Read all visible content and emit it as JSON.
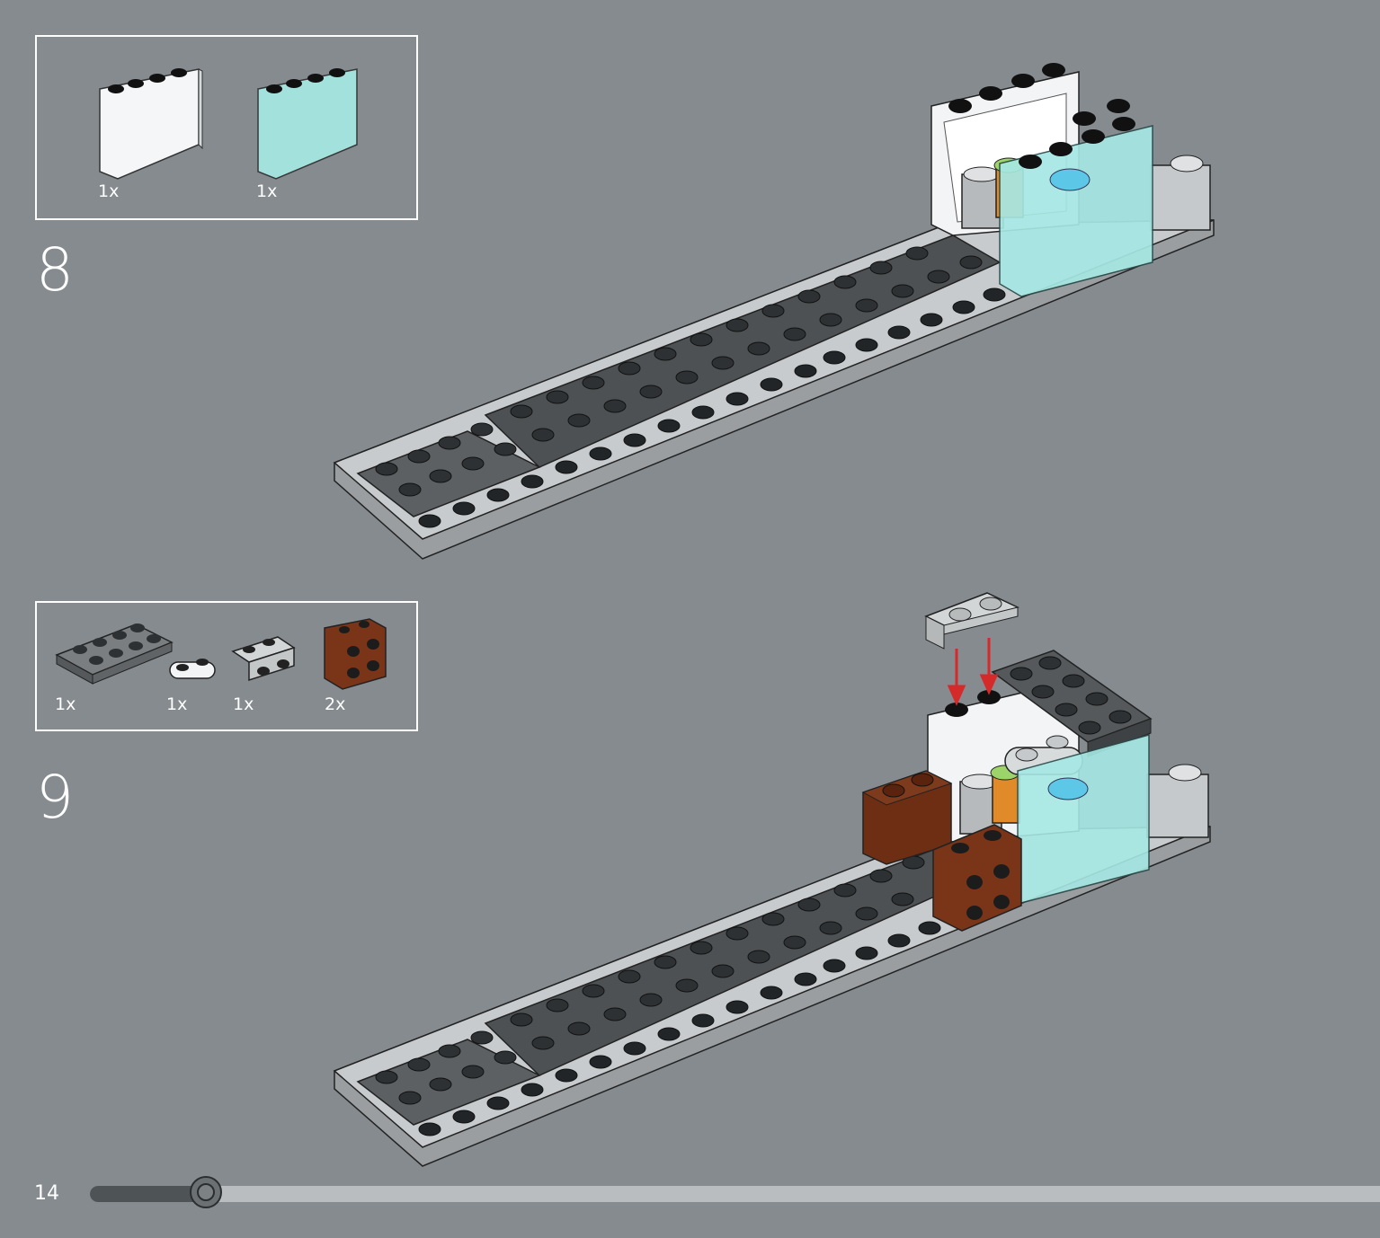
{
  "page": {
    "number": "14",
    "progress": 0.09
  },
  "steps": [
    {
      "number": "8",
      "parts": [
        {
          "icon": "white-panel-icon",
          "color": "#f2f4f6",
          "qty": "1x"
        },
        {
          "icon": "trans-light-blue-panel-icon",
          "color": "#9fe3e0",
          "qty": "1x"
        }
      ]
    },
    {
      "number": "9",
      "parts": [
        {
          "icon": "dark-gray-plate-2x4-icon",
          "color": "#6e7274",
          "qty": "1x"
        },
        {
          "icon": "white-plate-1x2-rounded-icon",
          "color": "#f2f4f6",
          "qty": "1x"
        },
        {
          "icon": "light-gray-bracket-icon",
          "color": "#c9cccd",
          "qty": "1x"
        },
        {
          "icon": "brown-brick-2x2-icon",
          "color": "#7a3418",
          "qty": "2x"
        }
      ]
    }
  ],
  "colors": {
    "background": "#858b8f",
    "arrow": "#d42a2a"
  }
}
